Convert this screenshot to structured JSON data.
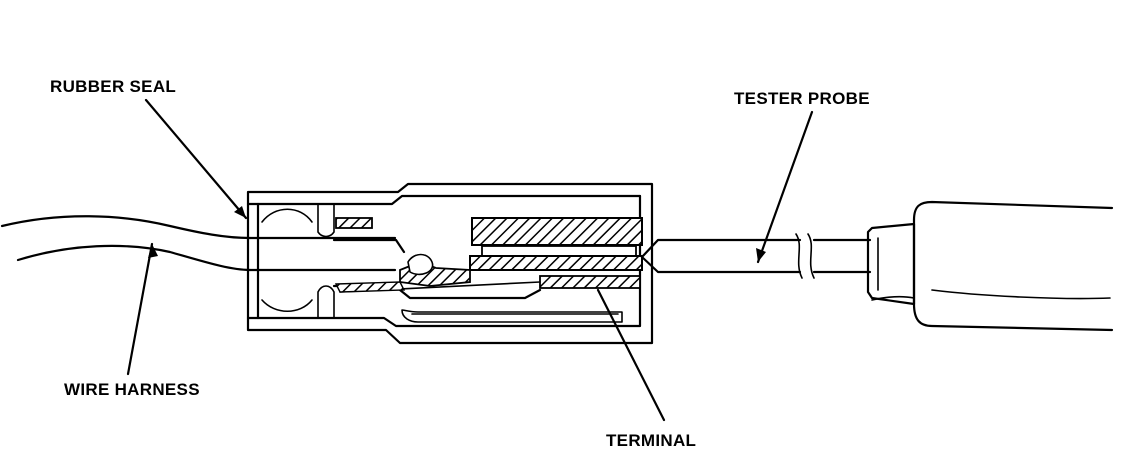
{
  "labels": {
    "rubber_seal": "RUBBER SEAL",
    "tester_probe": "TESTER PROBE",
    "wire_harness": "WIRE HARNESS",
    "terminal": "TERMINAL"
  },
  "colors": {
    "ink": "#000000",
    "paper": "#ffffff"
  }
}
